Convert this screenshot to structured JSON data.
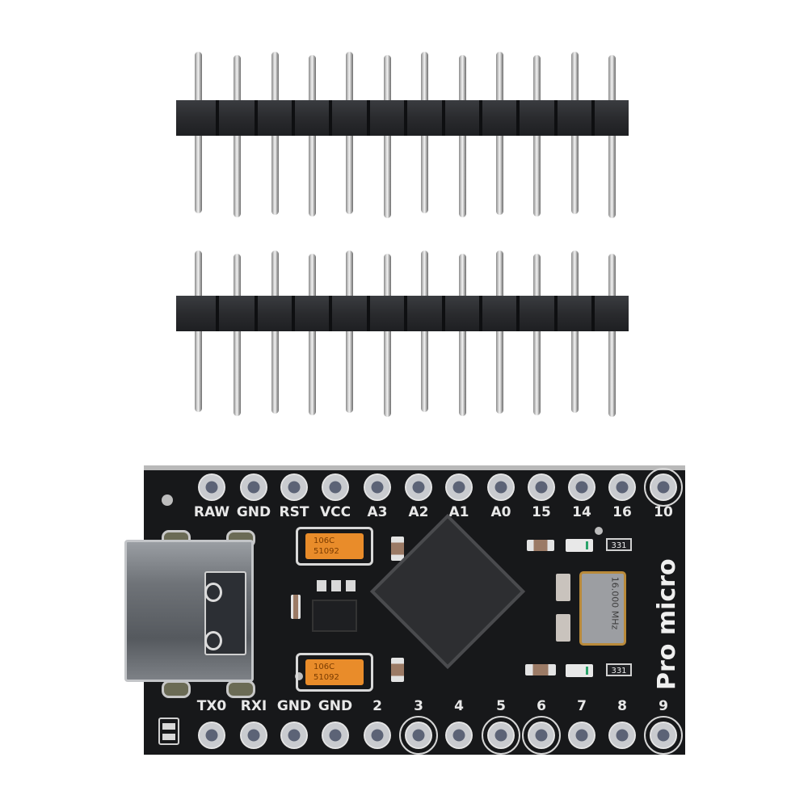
{
  "image": {
    "subject": "Pro Micro development board (USB-C) with two 12-pin male headers",
    "board": {
      "name_label": "Pro micro",
      "top_row_labels": [
        "RAW",
        "GND",
        "RST",
        "VCC",
        "A3",
        "A2",
        "A1",
        "A0",
        "15",
        "14",
        "16",
        "10"
      ],
      "bottom_row_labels": [
        "TX0",
        "RXI",
        "GND",
        "GND",
        "2",
        "3",
        "4",
        "5",
        "6",
        "7",
        "8",
        "9"
      ],
      "crystal_marking": "16.000 MHz",
      "capacitor_marking_line1": "106C",
      "capacitor_marking_line2": "51092",
      "resistor_marking": "331",
      "connector": "USB Type-C",
      "colors": {
        "pcb": "#17181a",
        "silkscreen": "#e8e8e8",
        "pad": "#d6d6d6",
        "tantalum": "#e98c2a",
        "crystal_rim": "#b98a3a"
      }
    },
    "headers": [
      {
        "pins": 12,
        "position": "top"
      },
      {
        "pins": 12,
        "position": "middle"
      }
    ]
  }
}
